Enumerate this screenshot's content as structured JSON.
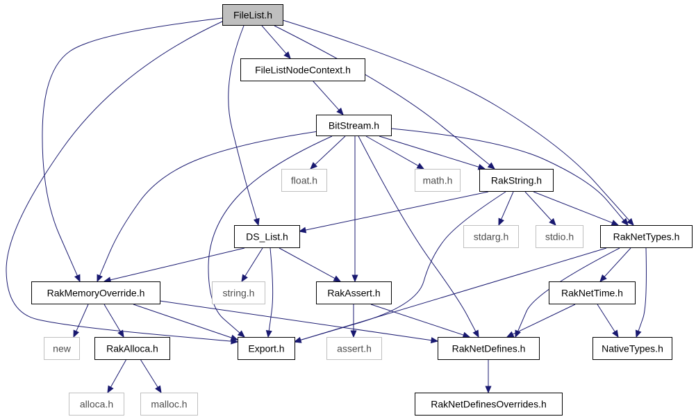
{
  "graph": {
    "colors": {
      "edge": "#191970",
      "root_fill": "#bfbfbf",
      "root_border": "#000000",
      "node_fill": "#ffffff",
      "node_border": "#000000",
      "external_border": "#bfbfbf"
    },
    "nodes": [
      {
        "id": "filelist",
        "label": "FileList.h",
        "kind": "root"
      },
      {
        "id": "filelistnodecontext",
        "label": "FileListNodeContext.h",
        "kind": "documented"
      },
      {
        "id": "bitstream",
        "label": "BitStream.h",
        "kind": "documented"
      },
      {
        "id": "floath",
        "label": "float.h",
        "kind": "external"
      },
      {
        "id": "mathh",
        "label": "math.h",
        "kind": "external"
      },
      {
        "id": "rakstring",
        "label": "RakString.h",
        "kind": "documented"
      },
      {
        "id": "dslist",
        "label": "DS_List.h",
        "kind": "documented"
      },
      {
        "id": "stdargh",
        "label": "stdarg.h",
        "kind": "external"
      },
      {
        "id": "stdioh",
        "label": "stdio.h",
        "kind": "external"
      },
      {
        "id": "raknettypes",
        "label": "RakNetTypes.h",
        "kind": "documented"
      },
      {
        "id": "rakmemoryoverride",
        "label": "RakMemoryOverride.h",
        "kind": "documented"
      },
      {
        "id": "stringh",
        "label": "string.h",
        "kind": "external"
      },
      {
        "id": "rakassert",
        "label": "RakAssert.h",
        "kind": "documented"
      },
      {
        "id": "raknettime",
        "label": "RakNetTime.h",
        "kind": "documented"
      },
      {
        "id": "newh",
        "label": "new",
        "kind": "external"
      },
      {
        "id": "rakalloca",
        "label": "RakAlloca.h",
        "kind": "documented"
      },
      {
        "id": "exporth",
        "label": "Export.h",
        "kind": "documented"
      },
      {
        "id": "asserth",
        "label": "assert.h",
        "kind": "external"
      },
      {
        "id": "raknetdefines",
        "label": "RakNetDefines.h",
        "kind": "documented"
      },
      {
        "id": "nativetypes",
        "label": "NativeTypes.h",
        "kind": "documented"
      },
      {
        "id": "allocah",
        "label": "alloca.h",
        "kind": "external"
      },
      {
        "id": "malloch",
        "label": "malloc.h",
        "kind": "external"
      },
      {
        "id": "raknetdefinesoverrides",
        "label": "RakNetDefinesOverrides.h",
        "kind": "documented"
      }
    ],
    "edges": [
      {
        "from": "filelist",
        "to": "filelistnodecontext"
      },
      {
        "from": "filelist",
        "to": "dslist"
      },
      {
        "from": "filelist",
        "to": "rakmemoryoverride"
      },
      {
        "from": "filelist",
        "to": "exporth"
      },
      {
        "from": "filelist",
        "to": "rakstring"
      },
      {
        "from": "filelist",
        "to": "raknettypes"
      },
      {
        "from": "filelistnodecontext",
        "to": "bitstream"
      },
      {
        "from": "bitstream",
        "to": "floath"
      },
      {
        "from": "bitstream",
        "to": "mathh"
      },
      {
        "from": "bitstream",
        "to": "rakstring"
      },
      {
        "from": "bitstream",
        "to": "raknettypes"
      },
      {
        "from": "bitstream",
        "to": "rakmemoryoverride"
      },
      {
        "from": "bitstream",
        "to": "exporth"
      },
      {
        "from": "bitstream",
        "to": "rakassert"
      },
      {
        "from": "bitstream",
        "to": "raknetdefines"
      },
      {
        "from": "rakstring",
        "to": "dslist"
      },
      {
        "from": "rakstring",
        "to": "stdargh"
      },
      {
        "from": "rakstring",
        "to": "stdioh"
      },
      {
        "from": "rakstring",
        "to": "raknettypes"
      },
      {
        "from": "rakstring",
        "to": "exporth"
      },
      {
        "from": "dslist",
        "to": "rakmemoryoverride"
      },
      {
        "from": "dslist",
        "to": "stringh"
      },
      {
        "from": "dslist",
        "to": "exporth"
      },
      {
        "from": "dslist",
        "to": "rakassert"
      },
      {
        "from": "raknettypes",
        "to": "raknettime"
      },
      {
        "from": "raknettypes",
        "to": "nativetypes"
      },
      {
        "from": "raknettypes",
        "to": "raknetdefines"
      },
      {
        "from": "raknettypes",
        "to": "exporth"
      },
      {
        "from": "rakmemoryoverride",
        "to": "newh"
      },
      {
        "from": "rakmemoryoverride",
        "to": "rakalloca"
      },
      {
        "from": "rakmemoryoverride",
        "to": "exporth"
      },
      {
        "from": "rakmemoryoverride",
        "to": "raknetdefines"
      },
      {
        "from": "rakassert",
        "to": "asserth"
      },
      {
        "from": "rakassert",
        "to": "raknetdefines"
      },
      {
        "from": "raknettime",
        "to": "nativetypes"
      },
      {
        "from": "raknettime",
        "to": "raknetdefines"
      },
      {
        "from": "rakalloca",
        "to": "allocah"
      },
      {
        "from": "rakalloca",
        "to": "malloch"
      },
      {
        "from": "raknetdefines",
        "to": "raknetdefinesoverrides"
      }
    ]
  }
}
